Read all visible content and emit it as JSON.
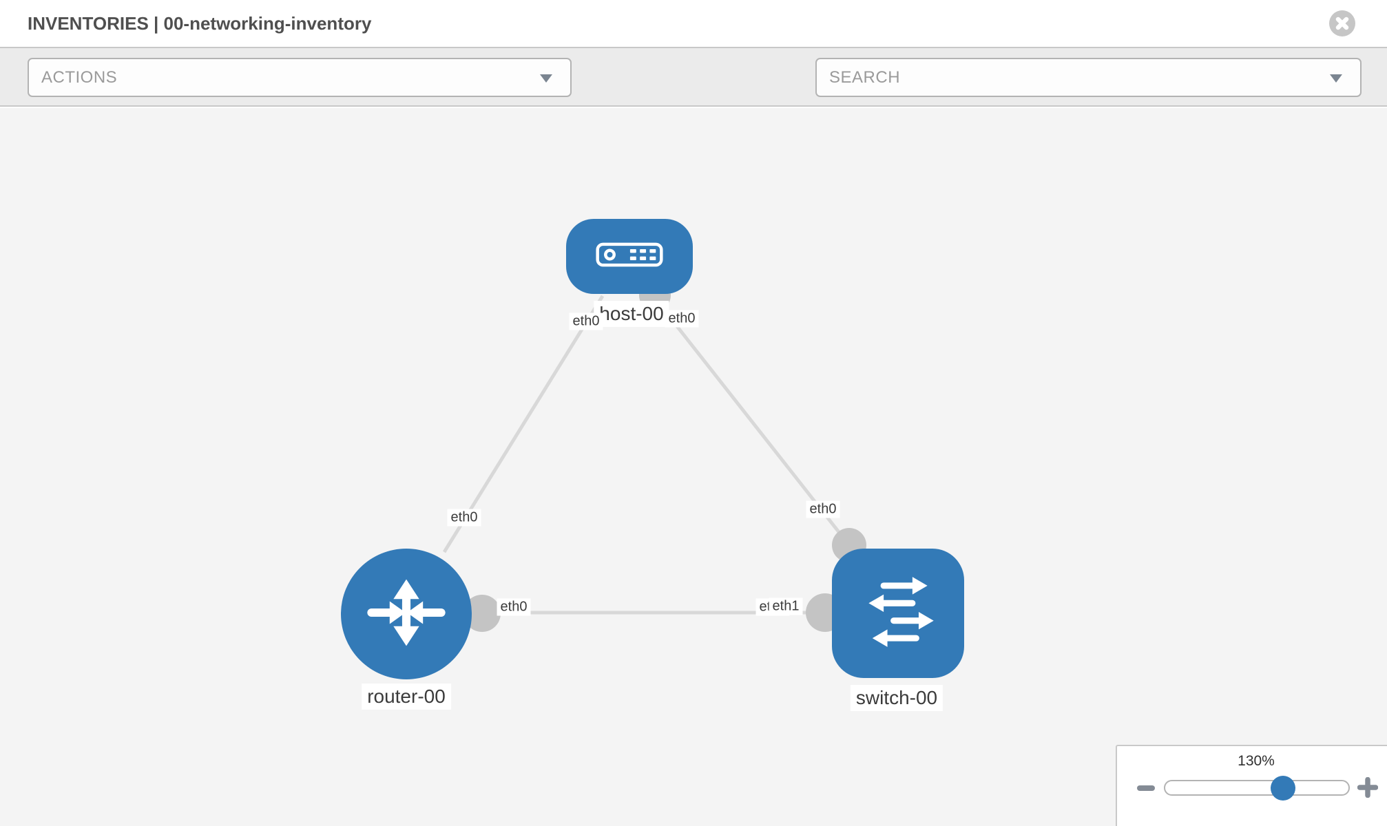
{
  "header": {
    "title": "INVENTORIES | 00-networking-inventory"
  },
  "toolbar": {
    "actions_label": "ACTIONS",
    "search_label": "SEARCH"
  },
  "icons": {
    "header_close": "close-icon",
    "toolbar_left": "wrench-icon",
    "toolbar_right": "key-icon",
    "dropdown_caret": "chevron-down-icon",
    "zoom_out": "minus-icon",
    "zoom_in": "plus-icon"
  },
  "colors": {
    "node_blue": "#337ab7",
    "link_gray": "#d8d8d8",
    "port_gray": "#c4c4c4",
    "toolbar_bg": "#ebebeb",
    "canvas_bg": "#f4f4f4",
    "border_gray": "#c8c8c8"
  },
  "diagram": {
    "nodes": [
      {
        "label": "host-00",
        "type": "host",
        "icon": "host-icon"
      },
      {
        "label": "router-00",
        "type": "router",
        "icon": "router-icon"
      },
      {
        "label": "switch-00",
        "type": "switch",
        "icon": "switch-icon"
      }
    ],
    "links": [
      {
        "from": "host-00",
        "from_interface": "eth0",
        "to": "router-00",
        "to_interface": "eth0"
      },
      {
        "from": "host-00",
        "from_interface": "eth0",
        "to": "switch-00",
        "to_interface": "eth0"
      },
      {
        "from": "router-00",
        "from_interface": "eth0",
        "to": "switch-00",
        "to_interface": "eth1",
        "to_interface_overlapped": "eth0"
      }
    ]
  },
  "zoom_control": {
    "level": "130%"
  }
}
